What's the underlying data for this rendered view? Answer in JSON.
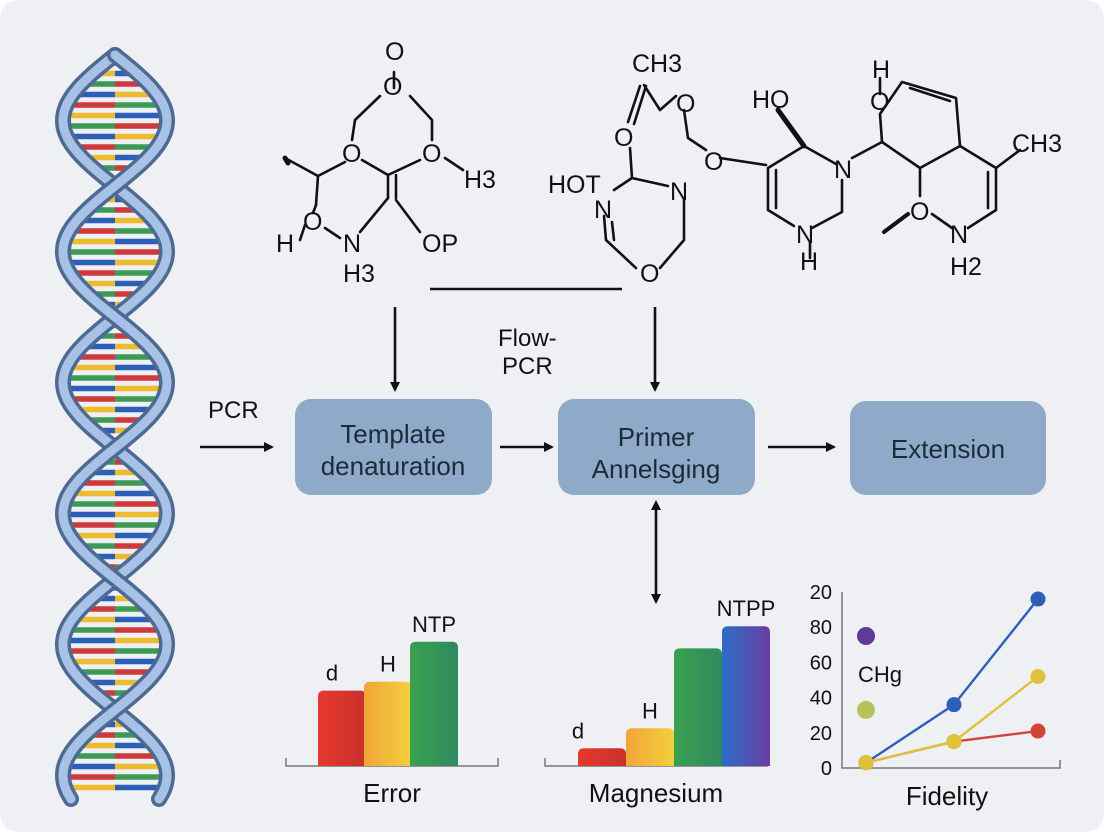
{
  "colors": {
    "background": "#eef0f4",
    "box_fill": "#8fa9c9",
    "helix_outer": "#4d6a93",
    "helix_inner": "#a8c1e6",
    "bp_red": "#d0393b",
    "bp_yellow": "#edbb2f",
    "bp_green": "#3c9a55",
    "bp_blue": "#2c5fb8",
    "line_blue": "#2c5fb8",
    "line_yellow": "#e0c23a",
    "line_red": "#d24434",
    "dot_purple": "#5e3b94",
    "dot_olive": "#b7c35a"
  },
  "process": {
    "pcr_label": "PCR",
    "flow_label_1": "Flow-",
    "flow_label_2": "PCR",
    "steps": [
      {
        "line1": "Template",
        "line2": "denaturation"
      },
      {
        "line1": "Primer",
        "line2": "Annelsging"
      },
      {
        "line1": "Extension",
        "line2": ""
      }
    ]
  },
  "molecule_1": {
    "labels": [
      "O",
      "O",
      "O",
      "O",
      "H3",
      "H",
      "O",
      "N",
      "H3",
      "OP"
    ]
  },
  "molecule_2": {
    "labels": [
      "CH3",
      "O",
      "O",
      "O",
      "HOT",
      "N",
      "N",
      "O"
    ]
  },
  "molecule_3": {
    "labels": [
      "HO",
      "N",
      "N",
      "H"
    ]
  },
  "molecule_4": {
    "labels": [
      "H",
      "O",
      "O",
      "N",
      "H2",
      "CH3"
    ]
  },
  "chart_data": [
    {
      "type": "bar",
      "categories": [
        "d",
        "H",
        "NTP"
      ],
      "values": [
        34,
        38,
        56
      ],
      "xlabel": "Error",
      "ylim": [
        0,
        64
      ],
      "colors": [
        "gradient-red",
        "gradient-yellow",
        "gradient-green"
      ]
    },
    {
      "type": "bar",
      "categories": [
        "d",
        "H",
        "",
        "NTPP"
      ],
      "values": [
        8,
        17,
        53,
        63
      ],
      "xlabel": "Magnesium",
      "ylim": [
        0,
        64
      ],
      "colors": [
        "gradient-red",
        "gradient-yellow",
        "gradient-green",
        "gradient-blue-purple"
      ]
    },
    {
      "type": "line",
      "xlabel": "Fidelity",
      "yticks": [
        "20",
        "80",
        "60",
        "40",
        "20",
        "0"
      ],
      "annotation": "CHg",
      "x": [
        0,
        1,
        2
      ],
      "series": [
        {
          "values": [
            3,
            15,
            21
          ],
          "color": "#d24434"
        },
        {
          "values": [
            3,
            36,
            96
          ],
          "color": "#2c5fb8"
        },
        {
          "values": [
            3,
            15,
            52
          ],
          "color": "#e0c23a"
        }
      ],
      "points": [
        {
          "x": 0,
          "y": 75,
          "color": "#5e3b94"
        },
        {
          "x": 0,
          "y": 33,
          "color": "#b7c35a"
        }
      ],
      "ylim": [
        0,
        100
      ]
    }
  ]
}
